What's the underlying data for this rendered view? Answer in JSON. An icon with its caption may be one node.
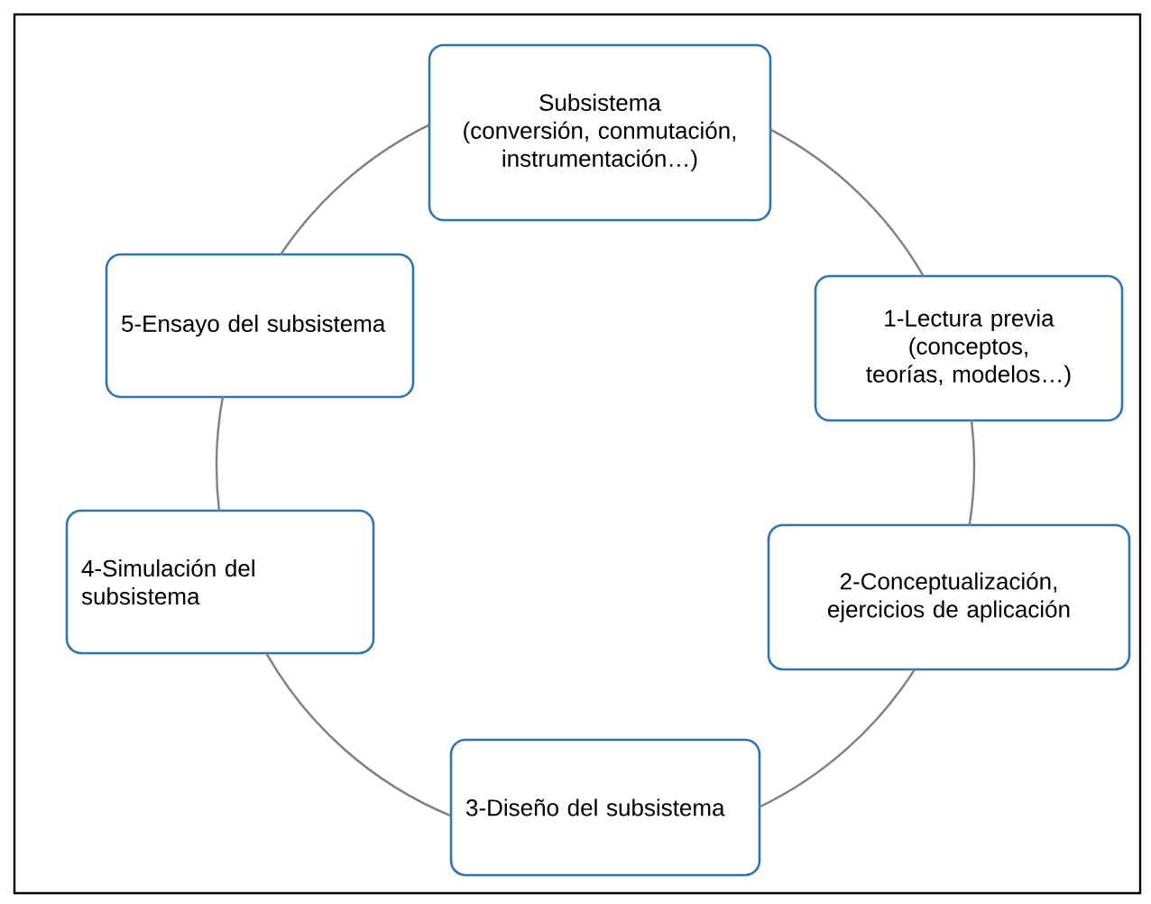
{
  "diagram": {
    "nodes": [
      {
        "text": [
          "Subsistema",
          "(conversión, conmutación, instrumentación…)"
        ]
      },
      {
        "text": [
          "1-Lectura previa",
          "(conceptos, teorías, modelos…)"
        ]
      },
      {
        "text": [
          "2-Conceptualización, ejercicios de aplicación"
        ]
      },
      {
        "text": [
          "3-Diseño del subsistema"
        ]
      },
      {
        "text": [
          "4-Simulación del subsistema"
        ]
      },
      {
        "text": [
          "5-Ensayo del subsistema"
        ]
      }
    ],
    "edges": [
      {
        "from": 0,
        "to": 1,
        "arrow": "none"
      },
      {
        "from": 1,
        "to": 2,
        "arrow": "none"
      },
      {
        "from": 2,
        "to": 3,
        "arrow": "none"
      },
      {
        "from": 3,
        "to": 4,
        "arrow": "none"
      },
      {
        "from": 4,
        "to": 5,
        "arrow": "none"
      },
      {
        "from": 5,
        "to": 0,
        "arrow": "none"
      }
    ]
  }
}
